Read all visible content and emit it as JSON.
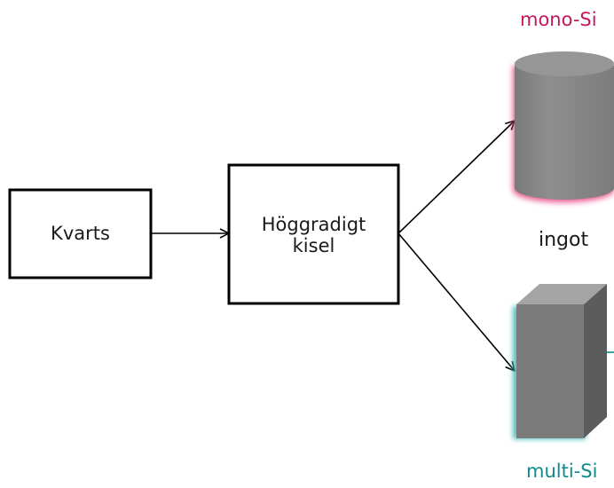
{
  "diagram": {
    "node_quartz": "Kvarts",
    "node_silicon_line1": "Höggradigt",
    "node_silicon_line2": "kisel",
    "label_mono": "mono-Si",
    "label_ingot": "ingot",
    "label_multi": "multi-Si"
  },
  "colors": {
    "mono_accent": "#c2185b",
    "multi_accent": "#0f8a8a",
    "cylinder_body": "#8a8a8a",
    "cylinder_top": "#9a9a9a",
    "block_front": "#7c7c7c",
    "block_top": "#a3a3a3",
    "block_side": "#5e5e5e",
    "stroke": "#000000"
  }
}
